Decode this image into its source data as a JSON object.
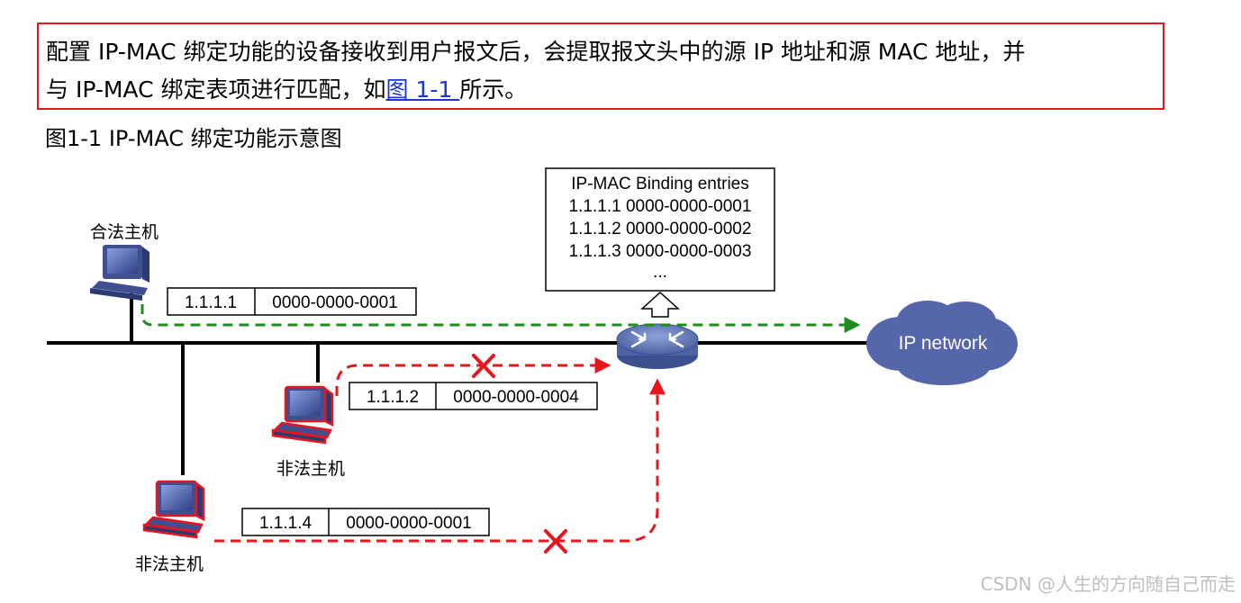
{
  "intro": {
    "line1": "配置 IP-MAC 绑定功能的设备接收到用户报文后，会提取报文头中的源 IP 地址和源 MAC 地址，并",
    "line2_prefix": "与 IP-MAC 绑定表项进行匹配，如",
    "line2_link": "图 1-1 ",
    "line2_suffix": "所示。"
  },
  "figure_caption": "图1-1  IP-MAC 绑定功能示意图",
  "binding_table": {
    "title": "IP-MAC Binding entries",
    "rows": [
      "1.1.1.1  0000-0000-0001",
      "1.1.1.2  0000-0000-0002",
      "1.1.1.3  0000-0000-0003"
    ],
    "ellipsis": "..."
  },
  "hosts": {
    "legal": {
      "label": "合法主机",
      "ip": "1.1.1.1",
      "mac": "0000-0000-0001"
    },
    "illegal_1": {
      "label": "非法主机",
      "ip": "1.1.1.2",
      "mac": "0000-0000-0004"
    },
    "illegal_2": {
      "label": "非法主机",
      "ip": "1.1.1.4",
      "mac": "0000-0000-0001"
    }
  },
  "cloud_label": "IP network",
  "watermark": "CSDN @人生的方向随自己而走",
  "colors": {
    "frame_red": "#e8151c",
    "link_blue": "#1a35d9",
    "allowed_green": "#1c8c1c",
    "blocked_red": "#e8151c",
    "device_blue": "#5b6fae",
    "cloud_blue": "#5666ab"
  },
  "icons": [
    "pc-icon",
    "switch-icon",
    "cloud-icon",
    "blocked-x-icon"
  ]
}
